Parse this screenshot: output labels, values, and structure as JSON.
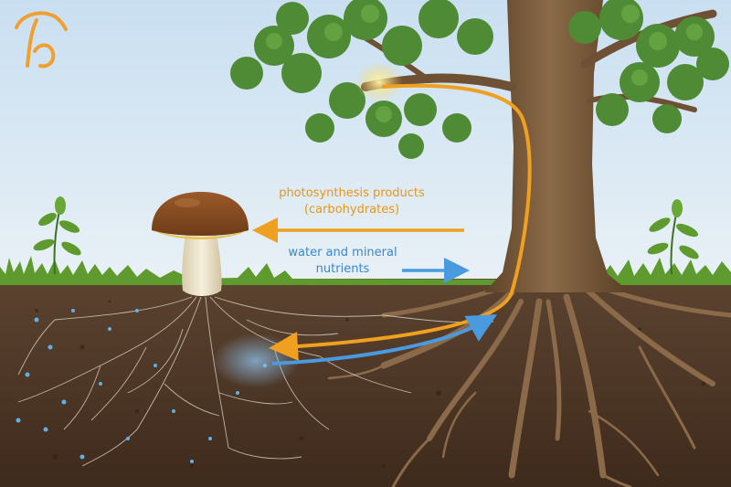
{
  "labels": {
    "carbohydrates": {
      "line1": "photosynthesis products",
      "line2": "(carbohydrates)"
    },
    "water": {
      "line1": "water and mineral",
      "line2": "nutrients"
    }
  },
  "colors": {
    "sky_top": "#c9dff1",
    "sky_bottom": "#e9f1f6",
    "soil": "#4a3424",
    "soil_top": "#5c4330",
    "grass": "#5f9a2e",
    "trunk": "#7a5a3c",
    "leaves": "#4f8a35",
    "mushroom_cap": "#8a4f22",
    "mushroom_stem": "#efe6cf",
    "carbohydrate_arrow": "#f0a020",
    "water_arrow": "#4a9ae0",
    "logo": "#f0a030"
  },
  "icons": [
    "logo-icon"
  ]
}
